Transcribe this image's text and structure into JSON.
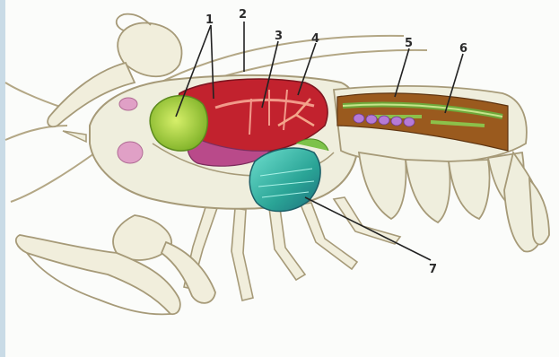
{
  "diagram": {
    "labels": [
      "1",
      "2",
      "3",
      "4",
      "5",
      "6",
      "7"
    ]
  },
  "colors": {
    "outline": "#a69a78",
    "shell": "#efeedd",
    "stomach": "#a6d238",
    "heart_gland": "#c2222e",
    "gonad": "#e27c58",
    "gill": "#34b4a4",
    "intestine": "#9a5a1e",
    "nerve_chain": "#6ea83a",
    "ganglion": "#b67ad6",
    "eye_spot": "#e0a0c6"
  }
}
